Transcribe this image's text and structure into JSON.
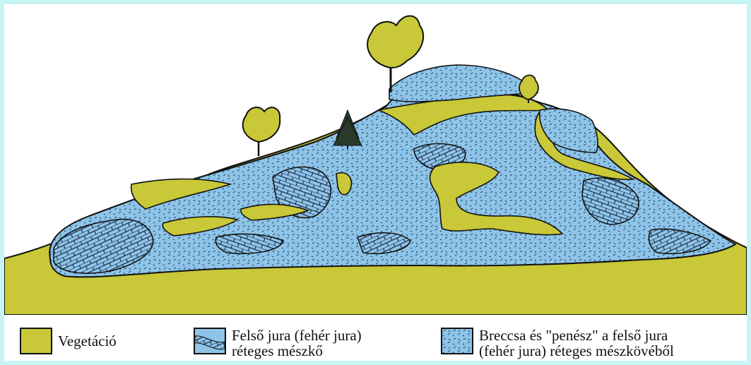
{
  "colors": {
    "vegetation": "#c8c838",
    "limestone": "#8ec4e8",
    "outline": "#111111",
    "page_border": "#c8f4f4"
  },
  "legend": {
    "items": [
      {
        "key": "vegetation",
        "swatch": "solid-yellow-green",
        "lines": [
          "Vegetáció"
        ]
      },
      {
        "key": "layered_limestone",
        "swatch": "blue-with-brick-hatch",
        "lines": [
          "Felső jura (fehér jura)",
          "réteges mészkő"
        ]
      },
      {
        "key": "breccia",
        "swatch": "blue-with-dash-stipple",
        "lines": [
          "Breccsa és \"penész\" a felső jura",
          "(fehér jura) réteges mészkövéből"
        ]
      }
    ]
  },
  "icons": [
    "tree-broadleaf-icon",
    "tree-conifer-icon",
    "tree-small-icon"
  ]
}
